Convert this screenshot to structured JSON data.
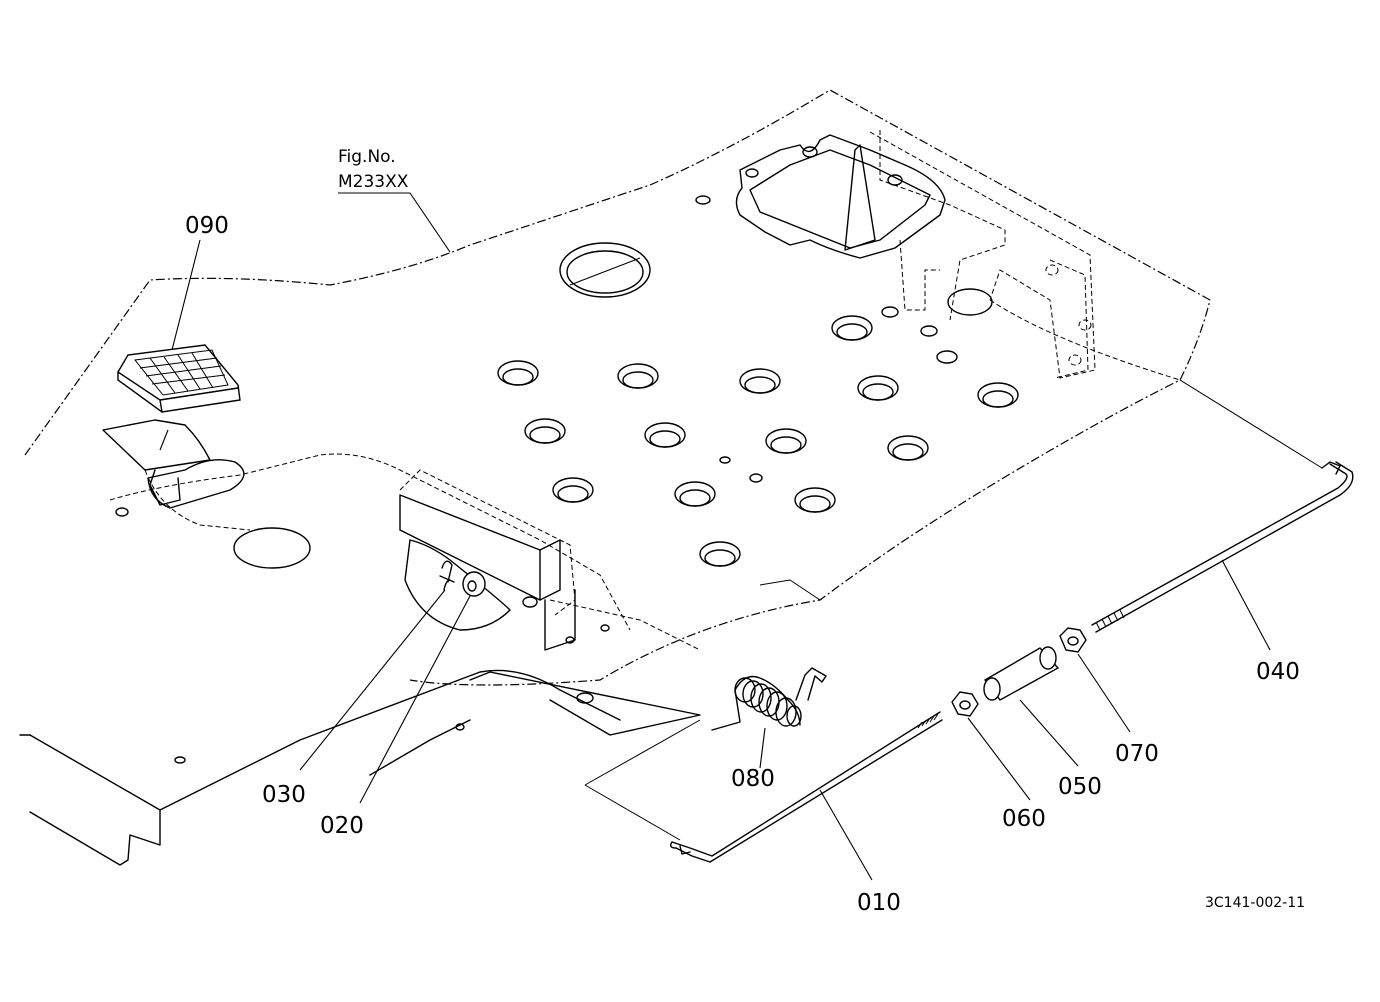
{
  "fig_reference": {
    "label": "Fig.No.",
    "code": "M233XX"
  },
  "drawing_number": "3C141-002-11",
  "parts": [
    {
      "id": "090",
      "name": "pedal pad"
    },
    {
      "id": "030",
      "name": "pin"
    },
    {
      "id": "020",
      "name": "washer"
    },
    {
      "id": "080",
      "name": "return spring"
    },
    {
      "id": "010",
      "name": "rod"
    },
    {
      "id": "060",
      "name": "nut"
    },
    {
      "id": "050",
      "name": "turnbuckle"
    },
    {
      "id": "070",
      "name": "nut"
    },
    {
      "id": "040",
      "name": "rod"
    }
  ],
  "colors": {
    "line": "#000000",
    "background": "#ffffff"
  }
}
